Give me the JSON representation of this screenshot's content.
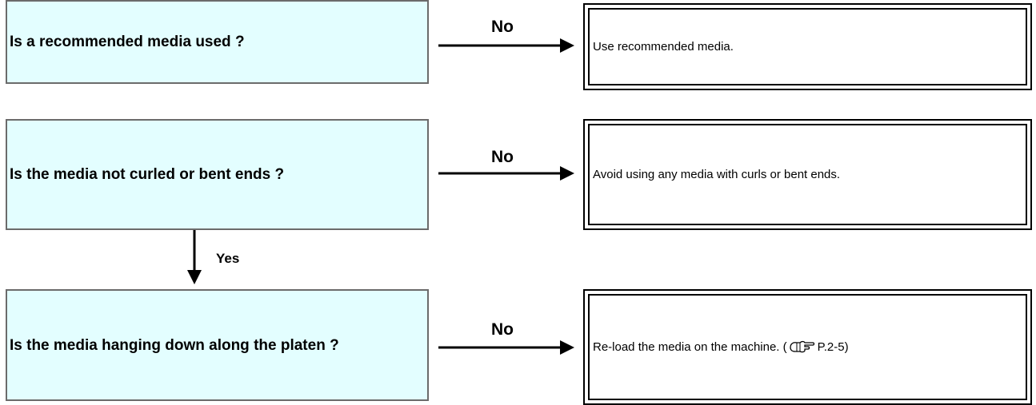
{
  "rows": [
    {
      "question": "Is a recommended media used ?",
      "branch_label": "No",
      "action": "Use recommended media."
    },
    {
      "question": "Is the media not curled or bent ends ?",
      "branch_label": "No",
      "action": "Avoid using any media with curls or bent ends."
    },
    {
      "question": "Is the media hanging down along the platen ?",
      "branch_label": "No",
      "action_prefix": "Re-load the media on the machine. (",
      "action_ref": "P.2-5",
      "action_suffix": ")",
      "ref_icon": "hand-pointer-reference-icon"
    }
  ],
  "yes_label": "Yes"
}
